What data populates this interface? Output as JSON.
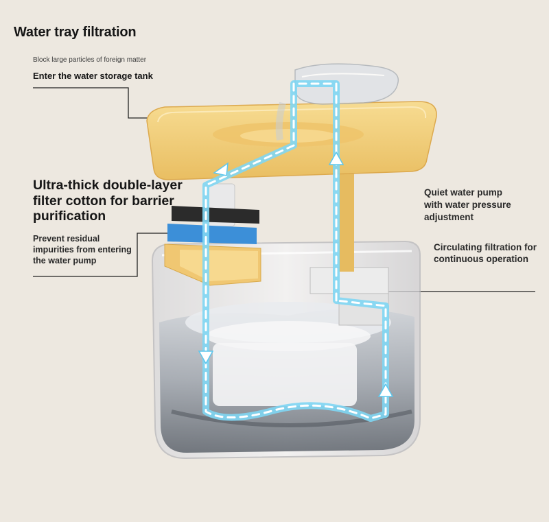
{
  "texts": {
    "title": "Water tray filtration",
    "sub1": "Block large particles of foreign matter",
    "sub2": "Enter the water storage tank",
    "filter_head": "Ultra-thick double-layer filter cotton for barrier purification",
    "filter_desc": "Prevent residual impurities from entering the water pump",
    "pump_desc": "Quiet water pump with water pressure adjustment",
    "circ_desc": "Circulating filtration for continuous operation"
  },
  "colors": {
    "background": "#ede8e0",
    "tray": "#f3cf7a",
    "tray_dark": "#e4b85e",
    "flow_line": "#6fd0f0",
    "filter_black": "#2b2b2b",
    "filter_blue": "#3c8fd8",
    "pump_box": "#e8e8e8"
  },
  "icons": {
    "flow_arrows": "arrow-icon"
  }
}
